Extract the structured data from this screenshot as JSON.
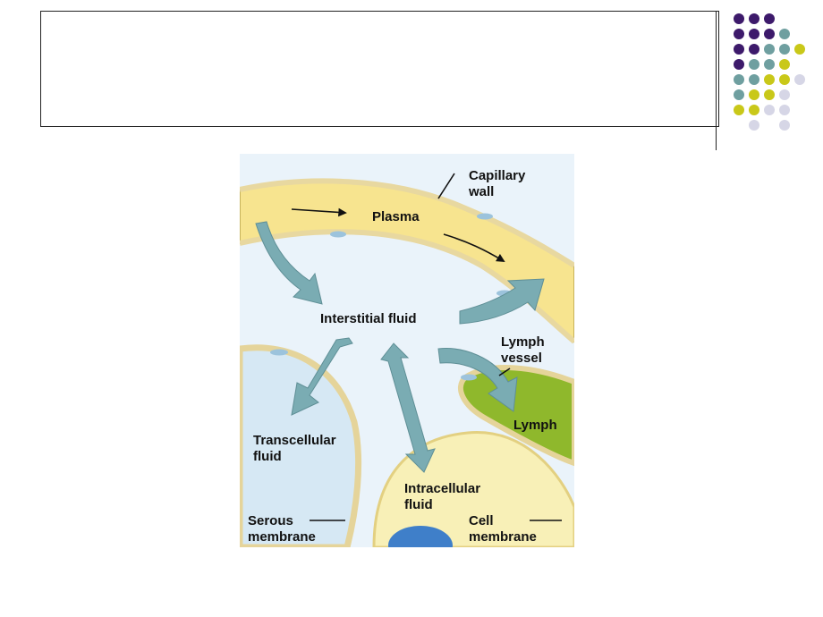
{
  "slide": {
    "title": ""
  },
  "colors": {
    "purple": "#3d1a6b",
    "teal": "#6f9fa0",
    "lime": "#c9c819",
    "lavender": "#d6d6e6",
    "plasma_fill": "#f7e48f",
    "lymph_fill": "#8fb82c",
    "arrow_fill": "#7aacb3"
  },
  "diagram": {
    "labels": {
      "capillary_wall": "Capillary\nwall",
      "plasma": "Plasma",
      "interstitial_fluid": "Interstitial fluid",
      "lymph_vessel": "Lymph\nvessel",
      "lymph": "Lymph",
      "transcellular_fluid": "Transcellular\nfluid",
      "intracellular_fluid": "Intracellular\nfluid",
      "serous_membrane": "Serous\nmembrane",
      "cell_membrane": "Cell\nmembrane"
    }
  }
}
